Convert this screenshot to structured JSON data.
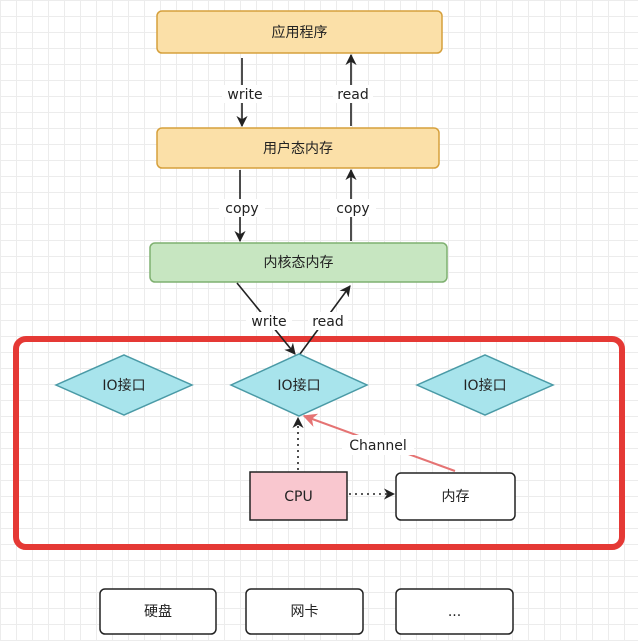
{
  "nodes": {
    "app": "应用程序",
    "user_mem": "用户态内存",
    "kernel_mem": "内核态内存",
    "io_left": "IO接口",
    "io_center": "IO接口",
    "io_right": "IO接口",
    "cpu": "CPU",
    "memory": "内存",
    "disk": "硬盘",
    "nic": "网卡",
    "more": "..."
  },
  "edges": {
    "write_1": "write",
    "read_1": "read",
    "copy_1": "copy",
    "copy_2": "copy",
    "write_2": "write",
    "read_2": "read",
    "channel": "Channel"
  },
  "colors": {
    "app_fill": "#fbe0a8",
    "app_stroke": "#d6a03c",
    "kernel_fill": "#c7e6c1",
    "kernel_stroke": "#7fb070",
    "io_fill": "#a8e4ec",
    "io_stroke": "#4a9aa6",
    "cpu_fill": "#f9c7cf",
    "cpu_stroke": "#222222",
    "frame_stroke": "#e53935",
    "channel_arrow": "#e57373"
  }
}
